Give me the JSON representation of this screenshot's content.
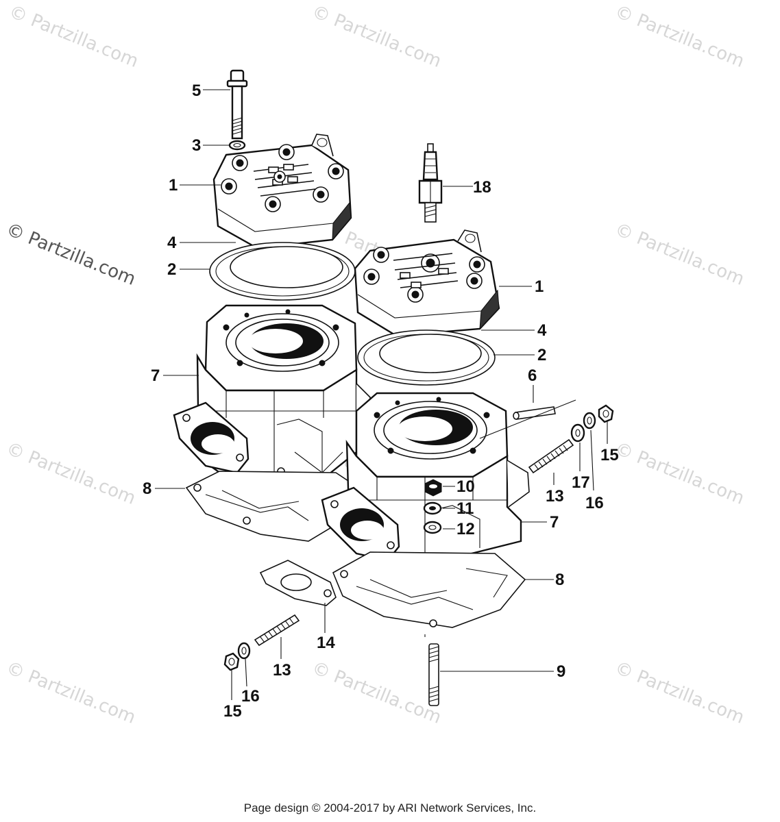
{
  "watermark": "© Partzilla.com",
  "footer": "Page design © 2004-2017 by ARI Network Services, Inc.",
  "callouts": {
    "c1a": "1",
    "c1b": "1",
    "c2a": "2",
    "c2b": "2",
    "c3": "3",
    "c4a": "4",
    "c4b": "4",
    "c5": "5",
    "c6": "6",
    "c7a": "7",
    "c7b": "7",
    "c8a": "8",
    "c8b": "8",
    "c9": "9",
    "c10": "10",
    "c11": "11",
    "c12": "12",
    "c13a": "13",
    "c13b": "13",
    "c14": "14",
    "c15a": "15",
    "c15b": "15",
    "c16a": "16",
    "c16b": "16",
    "c17": "17",
    "c18": "18"
  }
}
